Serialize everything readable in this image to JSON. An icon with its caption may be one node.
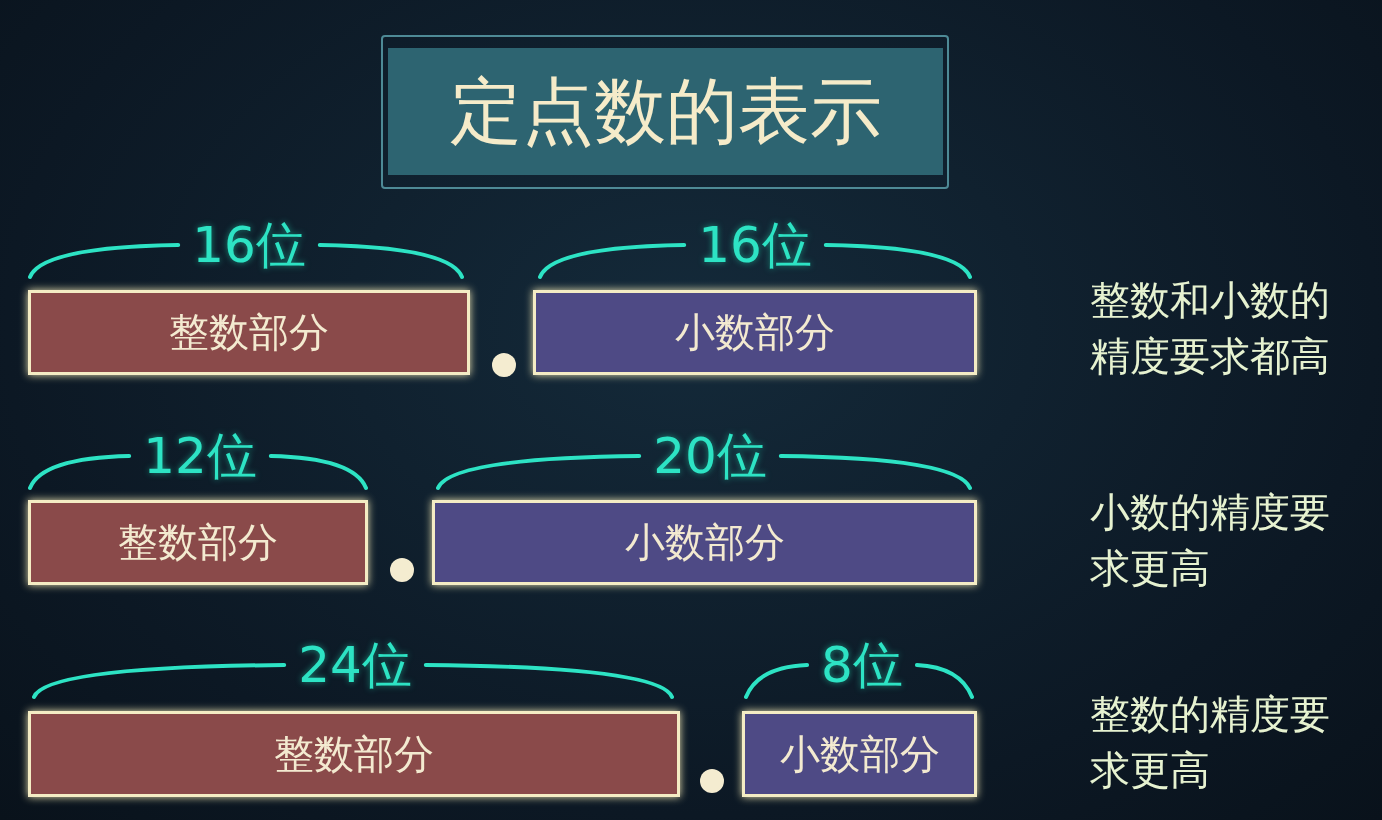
{
  "diagram": {
    "title": "定点数的表示",
    "nodes": [
      {
        "text": [
          "整数部分"
        ]
      },
      {
        "text": [
          "小数部分"
        ]
      },
      {
        "text": [
          "整数部分"
        ]
      },
      {
        "text": [
          "小数部分"
        ]
      },
      {
        "text": [
          "整数部分"
        ]
      },
      {
        "text": [
          "小数部分"
        ]
      }
    ],
    "labels": [
      "16位",
      "16位",
      "整数和小数的精度要求都高",
      "12位",
      "20位",
      "小数的精度要求更高",
      "24位",
      "8位",
      "整数的精度要求更高"
    ]
  }
}
